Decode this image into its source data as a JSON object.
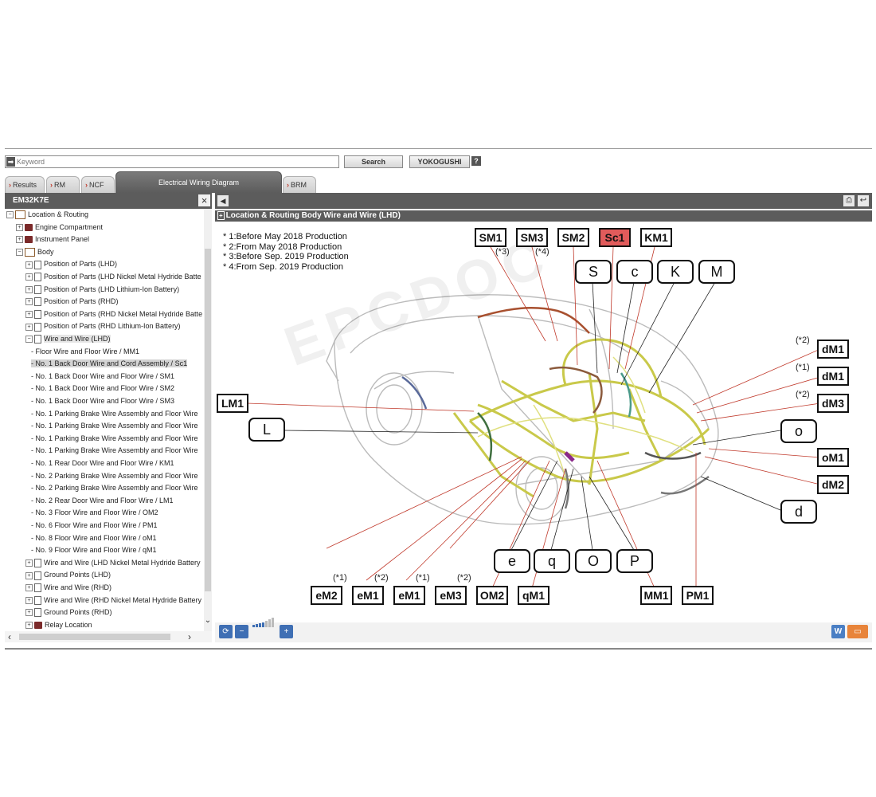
{
  "search": {
    "placeholder": "Keyword",
    "search_label": "Search",
    "yokogushi_label": "YOKOGUSHI",
    "help": "?"
  },
  "tabs": [
    {
      "label": "Results"
    },
    {
      "label": "RM"
    },
    {
      "label": "NCF"
    },
    {
      "label": "Electrical Wiring Diagram",
      "active": true
    },
    {
      "label": "BRM"
    }
  ],
  "left_panel": {
    "title": "EM32K7E",
    "close": "×"
  },
  "tree": [
    {
      "label": "Location & Routing",
      "icon": "open-book-icon",
      "toggle": "−"
    },
    {
      "label": "Engine Compartment",
      "icon": "book-icon",
      "toggle": "+"
    },
    {
      "label": "Instrument Panel",
      "icon": "book-icon",
      "toggle": "+"
    },
    {
      "label": "Body",
      "icon": "open-book-icon",
      "toggle": "−"
    },
    {
      "label": "Position of Parts (LHD)",
      "icon": "doc-icon",
      "toggle": "+"
    },
    {
      "label": "Position of Parts (LHD Nickel Metal Hydride Batte",
      "icon": "doc-icon",
      "toggle": "+"
    },
    {
      "label": "Position of Parts (LHD Lithium-Ion Battery)",
      "icon": "doc-icon",
      "toggle": "+"
    },
    {
      "label": "Position of Parts (RHD)",
      "icon": "doc-icon",
      "toggle": "+"
    },
    {
      "label": "Position of Parts (RHD Nickel Metal Hydride Batte",
      "icon": "doc-icon",
      "toggle": "+"
    },
    {
      "label": "Position of Parts (RHD Lithium-Ion Battery)",
      "icon": "doc-icon",
      "toggle": "+"
    },
    {
      "label": "Wire and Wire (LHD)",
      "icon": "doc-icon",
      "toggle": "−",
      "highlight": true
    },
    {
      "label": "- Floor Wire and Floor Wire / MM1"
    },
    {
      "label": "- No. 1 Back Door Wire and Cord Assembly / Sc1",
      "selected": true
    },
    {
      "label": "- No. 1 Back Door Wire and Floor Wire / SM1"
    },
    {
      "label": "- No. 1 Back Door Wire and Floor Wire / SM2"
    },
    {
      "label": "- No. 1 Back Door Wire and Floor Wire / SM3"
    },
    {
      "label": "- No. 1 Parking Brake Wire Assembly and Floor Wire"
    },
    {
      "label": "- No. 1 Parking Brake Wire Assembly and Floor Wire"
    },
    {
      "label": "- No. 1 Parking Brake Wire Assembly and Floor Wire"
    },
    {
      "label": "- No. 1 Parking Brake Wire Assembly and Floor Wire"
    },
    {
      "label": "- No. 1 Rear Door Wire and Floor Wire / KM1"
    },
    {
      "label": "- No. 2 Parking Brake Wire Assembly and Floor Wire"
    },
    {
      "label": "- No. 2 Parking Brake Wire Assembly and Floor Wire"
    },
    {
      "label": "- No. 2 Rear Door Wire and Floor Wire / LM1"
    },
    {
      "label": "- No. 3 Floor Wire and Floor Wire / OM2"
    },
    {
      "label": "- No. 6 Floor Wire and Floor Wire / PM1"
    },
    {
      "label": "- No. 8 Floor Wire and Floor Wire / oM1"
    },
    {
      "label": "- No. 9 Floor Wire and Floor Wire / qM1"
    },
    {
      "label": "Wire and Wire (LHD Nickel Metal Hydride Battery",
      "icon": "doc-icon",
      "toggle": "+"
    },
    {
      "label": "Ground Points (LHD)",
      "icon": "doc-icon",
      "toggle": "+"
    },
    {
      "label": "Wire and Wire (RHD)",
      "icon": "doc-icon",
      "toggle": "+"
    },
    {
      "label": "Wire and Wire (RHD Nickel Metal Hydride Battery",
      "icon": "doc-icon",
      "toggle": "+"
    },
    {
      "label": "Ground Points (RHD)",
      "icon": "doc-icon",
      "toggle": "+"
    },
    {
      "label": "Relay Location",
      "icon": "book-icon",
      "toggle": "+"
    }
  ],
  "diagram": {
    "title": "Location & Routing  Body  Wire and Wire (LHD)",
    "title_toggle": "+",
    "notes": [
      "* 1:Before May 2018 Production",
      "* 2:From May 2018 Production",
      "* 3:Before Sep. 2019 Production",
      "* 4:From Sep. 2019 Production"
    ],
    "labels": {
      "SM1": "SM1",
      "SM3": "SM3",
      "SM2": "SM2",
      "Sc1": "Sc1",
      "KM1": "KM1",
      "dM1a": "dM1",
      "dM1b": "dM1",
      "dM3": "dM3",
      "oM1": "oM1",
      "dM2": "dM2",
      "LM1": "LM1",
      "eM2": "eM2",
      "eM1a": "eM1",
      "eM1b": "eM1",
      "eM3": "eM3",
      "OM2": "OM2",
      "qM1": "qM1",
      "MM1": "MM1",
      "PM1": "PM1"
    },
    "circles": {
      "S": "S",
      "c": "c",
      "K": "K",
      "M": "M",
      "L": "L",
      "o": "o",
      "d": "d",
      "e": "e",
      "q": "q",
      "O": "O",
      "P": "P"
    },
    "footnotes": {
      "SM1": "(*3)",
      "SM3": "(*4)",
      "dM1a": "(*2)",
      "dM1b": "(*1)",
      "dM3": "(*2)",
      "eM2": "(*1)",
      "eM1a": "(*2)",
      "eM1b": "(*1)",
      "eM3": "(*2)"
    },
    "highlight_color": "#e15b5b"
  },
  "toolbar": {
    "refresh": "⟳",
    "zoom_out": "−",
    "zoom_in": "+",
    "w": "W",
    "screen": "▭"
  },
  "header_icons": {
    "back": "◀",
    "print": "⎙",
    "exit": "↩"
  }
}
